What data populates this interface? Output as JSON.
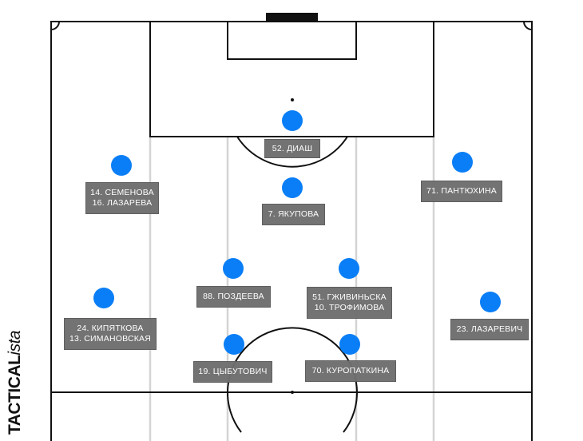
{
  "brand": {
    "name_bold": "TACTICAL",
    "name_italic": "ista"
  },
  "colors": {
    "player_dot": "#0a7ef6",
    "label_bg": "#6f6f6f"
  },
  "players": [
    {
      "label_lines": [
        "52. ДИАШ"
      ]
    },
    {
      "label_lines": [
        "14. СЕМЕНОВА",
        "16. ЛАЗАРЕВА"
      ]
    },
    {
      "label_lines": [
        "71. ПАНТЮХИНА"
      ]
    },
    {
      "label_lines": [
        "7. ЯКУПОВА"
      ]
    },
    {
      "label_lines": [
        "88. ПОЗДЕЕВА"
      ]
    },
    {
      "label_lines": [
        "51. ГЖИВИНЬСКА",
        "10. ТРОФИМОВА"
      ]
    },
    {
      "label_lines": [
        "24. КИПЯТКОВА",
        "13. СИМАНОВСКАЯ"
      ]
    },
    {
      "label_lines": [
        "23. ЛАЗАРЕВИЧ"
      ]
    },
    {
      "label_lines": [
        "19. ЦЫБУТОВИЧ"
      ]
    },
    {
      "label_lines": [
        "70. КУРОПАТКИНА"
      ]
    }
  ]
}
